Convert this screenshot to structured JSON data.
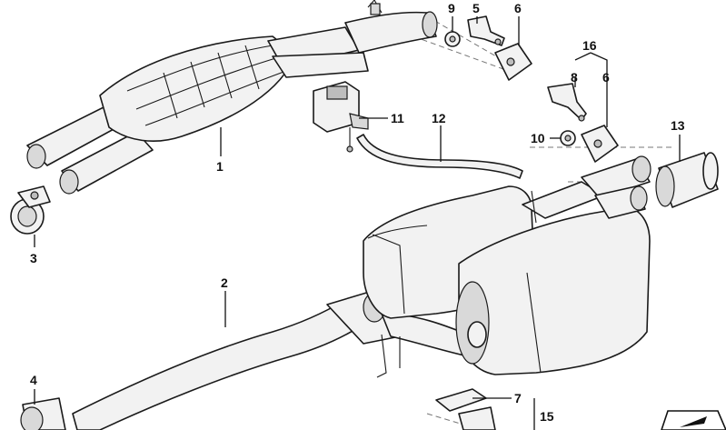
{
  "callouts": {
    "c1": "1",
    "c2": "2",
    "c3": "3",
    "c4": "4",
    "c5": "5",
    "c6a": "6",
    "c6b": "6",
    "c7": "7",
    "c8": "8",
    "c9": "9",
    "c10": "10",
    "c11": "11",
    "c12": "12",
    "c13": "13",
    "c15": "15",
    "c16": "16"
  },
  "corner_icon": "arrow-badge-icon"
}
